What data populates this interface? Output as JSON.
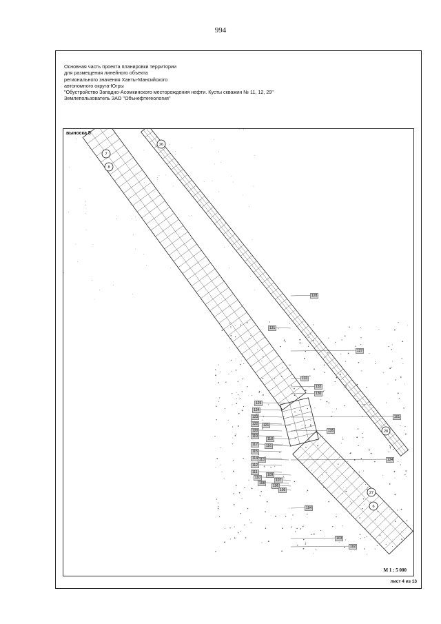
{
  "page_number": "994",
  "header": {
    "lines": [
      "Основная часть проекта планировки территории",
      "для размещения линейного объекта",
      "регионального значения Ханты-Мансийского",
      "автономного округа-Югры",
      "\"Обустройство Западно-Асомкинского месторождения нефти. Кусты скважин № 11, 12, 29\"",
      "Землепользователь ЗАО \"Обънефтегеология\""
    ]
  },
  "map": {
    "callout_title": "выноска 5",
    "scale": "М 1 : 5 000",
    "circle_markers": [
      "7",
      "8",
      "26",
      "28",
      "27",
      "6"
    ],
    "point_labels": [
      "128",
      "131",
      "127",
      "133",
      "132",
      "130",
      "129",
      "124",
      "123",
      "122",
      "121",
      "120",
      "119",
      "118",
      "117",
      "116",
      "115",
      "114",
      "113",
      "112",
      "111",
      "110",
      "109",
      "108",
      "107",
      "106",
      "105",
      "104",
      "103",
      "102",
      "101",
      "134",
      "135"
    ]
  },
  "footer": {
    "sheet": "лист 4 из 13"
  }
}
